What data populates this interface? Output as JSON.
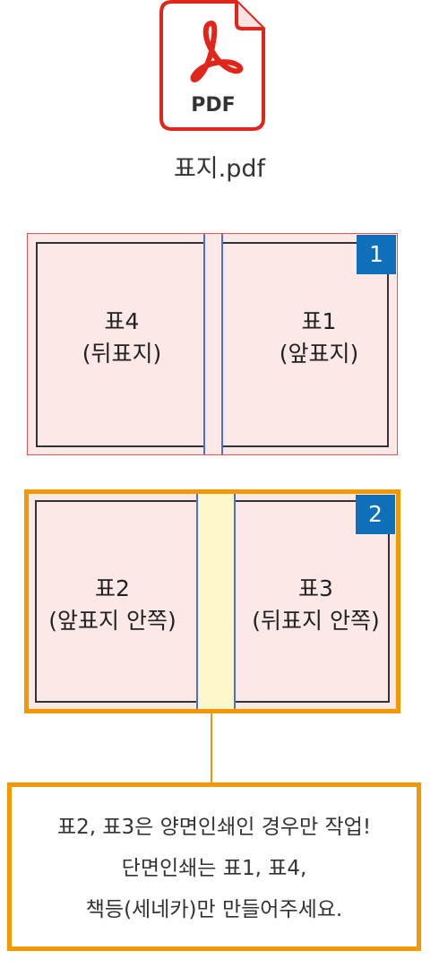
{
  "file": {
    "icon_name": "pdf-file-icon",
    "icon_label": "PDF",
    "name": "표지.pdf"
  },
  "covers": [
    {
      "number": "1",
      "left_label": [
        "표4",
        "(뒤표지)"
      ],
      "right_label": [
        "표1",
        "(앞표지)"
      ]
    },
    {
      "number": "2",
      "left_label": [
        "표2",
        "(앞표지 안쪽)"
      ],
      "right_label": [
        "표3",
        "(뒤표지 안쪽)"
      ]
    }
  ],
  "note": {
    "lines": [
      "표2, 표3은 양면인쇄인 경우만 작업!",
      "단면인쇄는 표1, 표4,",
      "책등(세네카)만 만들어주세요."
    ]
  },
  "colors": {
    "pdf_red": "#e0261b",
    "cover_fill": "#fde8e8",
    "cover1_border": "#e05555",
    "highlight_orange": "#f39800",
    "spine_blue": "#4a6fe0",
    "spine_yellow": "#fff7cc",
    "badge_blue": "#0f6fb8"
  }
}
